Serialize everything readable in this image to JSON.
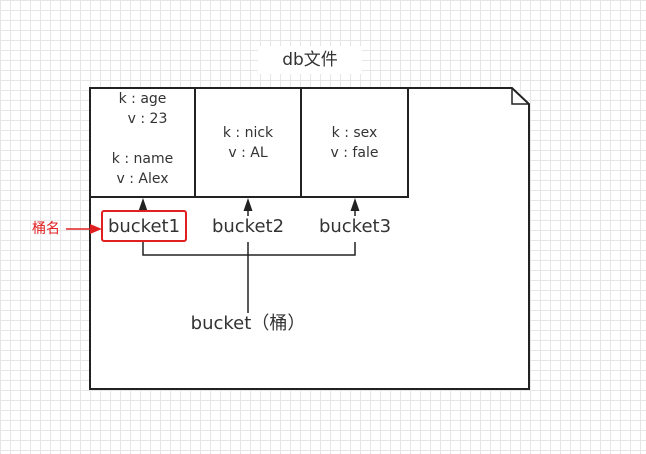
{
  "title": "db文件",
  "cells": [
    {
      "lines": [
        "k : age",
        "v : 23",
        "",
        "k : name",
        "v : Alex"
      ]
    },
    {
      "lines": [
        "k : nick",
        "v : AL"
      ]
    },
    {
      "lines": [
        "k : sex",
        "v : fale"
      ]
    }
  ],
  "buckets": [
    "bucket1",
    "bucket2",
    "bucket3"
  ],
  "bucket_label": "bucket（桶）",
  "bucket_name_label": "桶名",
  "colors": {
    "stroke": "#222222",
    "text": "#333333",
    "highlight": "#e02020"
  }
}
